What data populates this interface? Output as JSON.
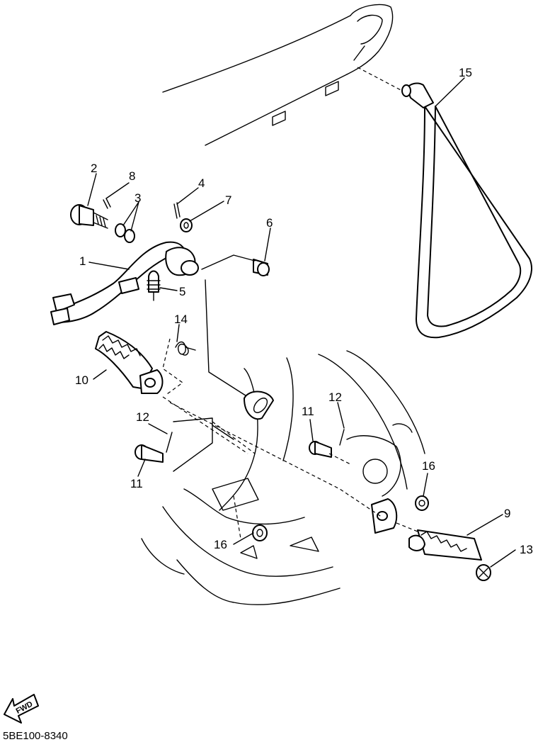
{
  "callouts": {
    "c1": "1",
    "c2": "2",
    "c3": "3",
    "c4": "4",
    "c5": "5",
    "c6": "6",
    "c7": "7",
    "c8": "8",
    "c9": "9",
    "c10": "10",
    "c11a": "11",
    "c11b": "11",
    "c12a": "12",
    "c12b": "12",
    "c13": "13",
    "c14": "14",
    "c15": "15",
    "c16a": "16",
    "c16b": "16"
  },
  "fwd_label": "FWD",
  "part_code": "5BE100-8340"
}
